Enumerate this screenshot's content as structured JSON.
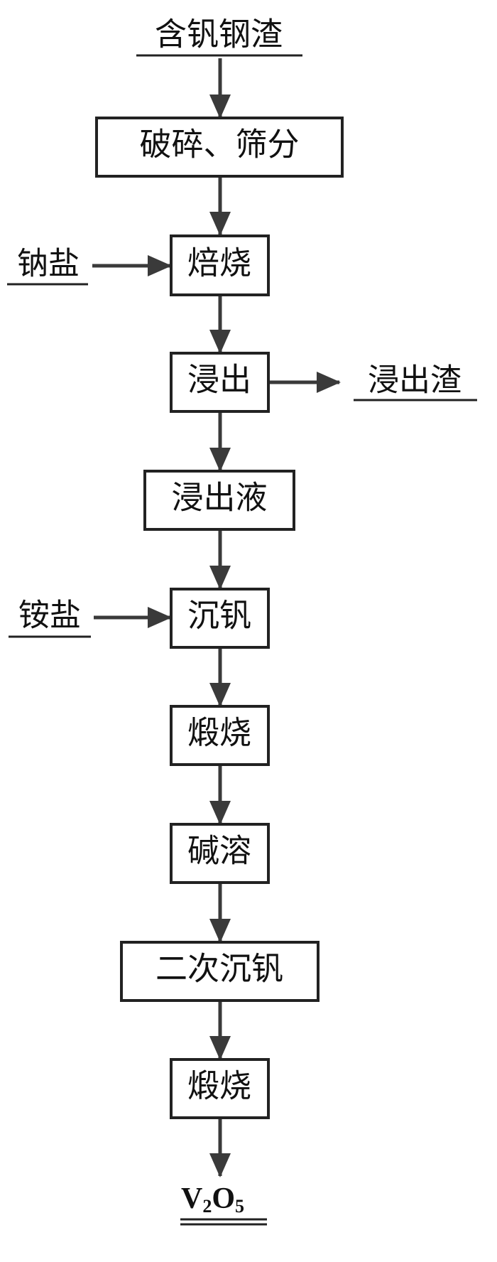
{
  "input": "含钒钢渣",
  "steps": [
    "破碎、筛分",
    "焙烧",
    "浸出",
    "浸出液",
    "沉钒",
    "煅烧",
    "碱溶",
    "二次沉钒",
    "煅烧"
  ],
  "side_inputs": {
    "roasting": "钠盐",
    "precipitation": "铵盐"
  },
  "side_output": {
    "leaching": "浸出渣"
  },
  "product": {
    "v": "V",
    "v_sub": "2",
    "o": "O",
    "o_sub": "5"
  }
}
